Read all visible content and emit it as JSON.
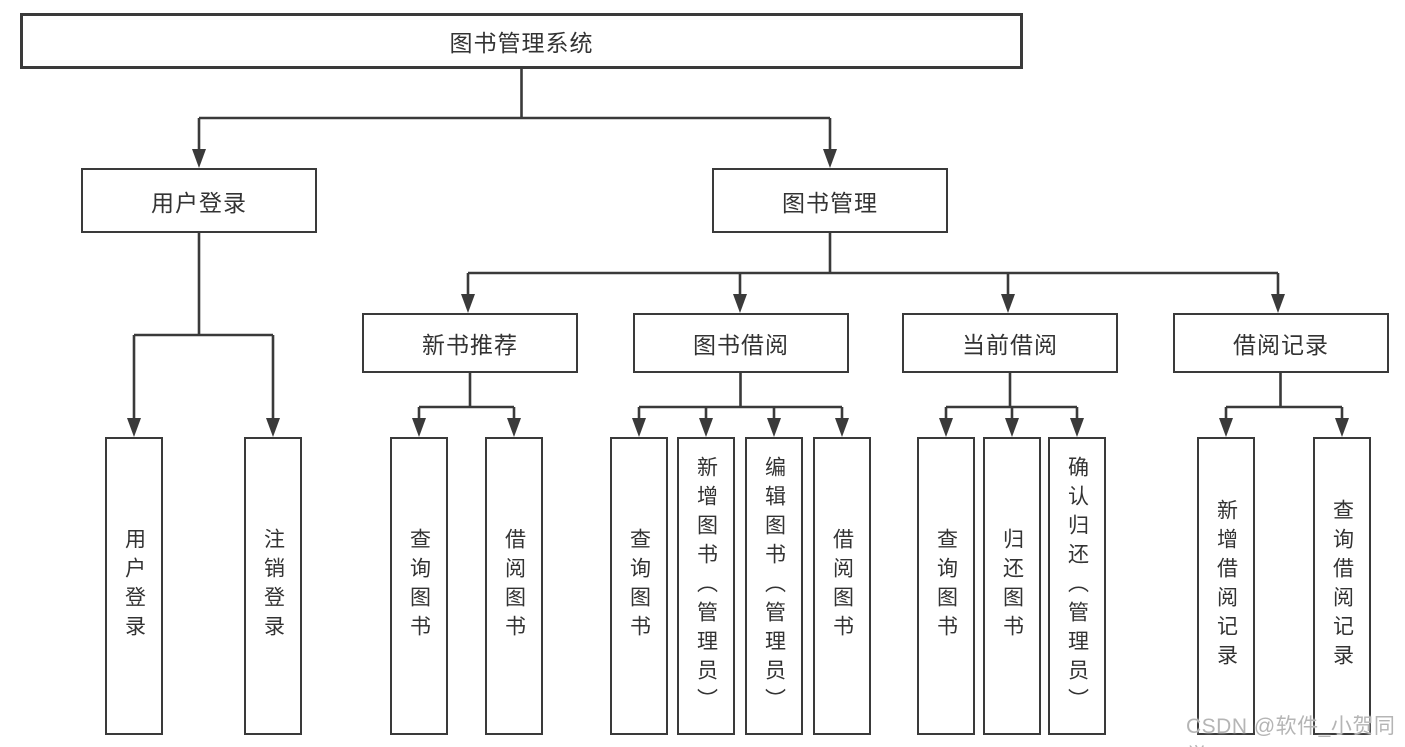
{
  "tree": {
    "root": {
      "label": "图书管理系统"
    },
    "children": [
      {
        "label": "用户登录",
        "children": [
          {
            "label": "用户登录"
          },
          {
            "label": "注销登录"
          }
        ]
      },
      {
        "label": "图书管理",
        "children": [
          {
            "label": "新书推荐",
            "children": [
              {
                "label": "查询图书"
              },
              {
                "label": "借阅图书"
              }
            ]
          },
          {
            "label": "图书借阅",
            "children": [
              {
                "label": "查询图书"
              },
              {
                "label": "新增图书（管理员）"
              },
              {
                "label": "编辑图书（管理员）"
              },
              {
                "label": "借阅图书"
              }
            ]
          },
          {
            "label": "当前借阅",
            "children": [
              {
                "label": "查询图书"
              },
              {
                "label": "归还图书"
              },
              {
                "label": "确认归还（管理员）"
              }
            ]
          },
          {
            "label": "借阅记录",
            "children": [
              {
                "label": "新增借阅记录"
              },
              {
                "label": "查询借阅记录"
              }
            ]
          }
        ]
      }
    ]
  },
  "watermark": {
    "text": "CSDN @软件_小贺同学"
  },
  "colors": {
    "line": "#3a3a3a",
    "text": "#333333",
    "watermark": "#b5b5b5",
    "background": "#ffffff"
  }
}
